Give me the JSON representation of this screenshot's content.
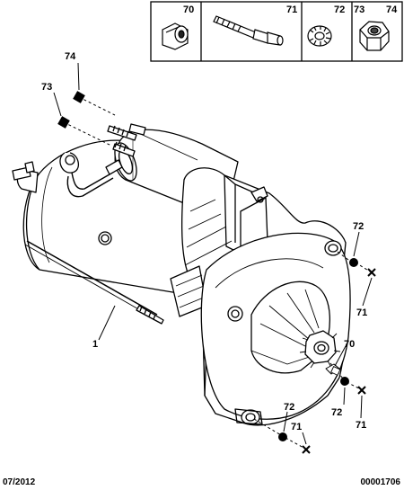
{
  "legend": [
    {
      "ref": "70",
      "icon": "spacer-sleeve-icon"
    },
    {
      "ref": "71",
      "icon": "bolt-icon"
    },
    {
      "ref": "72",
      "icon": "lock-washer-icon"
    },
    {
      "ref": "73",
      "icon": ""
    },
    {
      "ref": "74",
      "icon": "hex-nut-icon"
    }
  ],
  "callouts": {
    "c74": "74",
    "c73": "73",
    "c1": "1",
    "c72a": "72",
    "c71a": "71",
    "c70": "70",
    "c72b": "72",
    "c71b": "71",
    "c72c": "72",
    "c71c": "71"
  },
  "footer": {
    "date": "07/2012",
    "reference": "00001706"
  },
  "colors": {
    "line": "#000000",
    "background": "#ffffff"
  }
}
